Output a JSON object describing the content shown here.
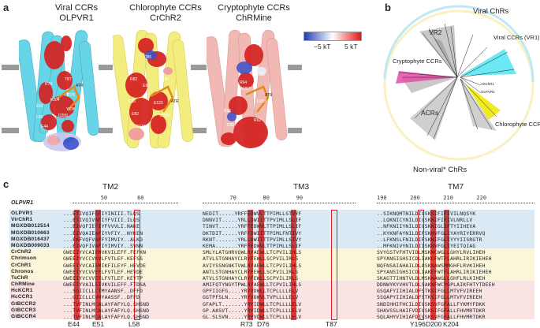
{
  "panels": {
    "a": {
      "label": "a",
      "titles": [
        {
          "line1": "Viral CCRs",
          "line2": "OLPVR1"
        },
        {
          "line1": "Chlorophyte CCRs",
          "line2": "CrChR2"
        },
        {
          "line1": "Cryptophyte CCRs",
          "line2": "ChRMine"
        }
      ],
      "scale": {
        "min_label": "−5 kT",
        "max_label": "5 kT"
      },
      "residues_olpvr1": [
        "T87",
        "R73",
        "K204",
        "ATR",
        "D76",
        "E51",
        "Y196",
        "E44",
        "D200",
        "L58"
      ],
      "residues_crchr2": [
        "D85",
        "R82",
        "E97",
        "E90",
        "E123",
        "ATR",
        "D253",
        "E82",
        "E121",
        "K93"
      ],
      "residues_chrmine": [
        "D126",
        "R64",
        "K257",
        "D253",
        "ATR",
        "E92",
        "D92",
        "R62"
      ]
    },
    "b": {
      "label": "b",
      "viral_chrs": "Viral ChRs",
      "vr2": "VR2",
      "viral_ccrs": "Viral CCRs (VR1)",
      "cryptophyte": "Cryptophyte CCRs",
      "acrs": "ACRs",
      "chlorophyte": "Chlorophyte CCRs",
      "nonviral": "Non-viral* ChRs",
      "small1": "VirChR1",
      "small2": "OLPVR1"
    },
    "c": {
      "label": "c",
      "ref_label": "OLPVR1",
      "tm": [
        "TM2",
        "TM3",
        "TM7"
      ],
      "ruler1": "        50         60",
      "ruler2": "           70        80        90",
      "ruler3": "190       200       210       220",
      "names": [
        "OLPVR1",
        "VirChR1",
        "MGXDB012514",
        "MGXDB010663",
        "MGXDB016437",
        "MGXDB009033",
        "CrChR2",
        "Chrimson",
        "CrChR1",
        "Chronos",
        "TsChR",
        "ChRMine",
        "HcKCR1",
        "HcCCR1",
        "GtBCCR2",
        "GtBCCR3",
        "GtBCCR4"
      ],
      "seq_tm2": [
        "...ETIVQIFEFIYINIII.TLQS",
        "...ETIVQIVAFIYFVIII.ILQS",
        "...EIVQFIEFIYFVVVLI.NAKE",
        "...EIVQAIEAFIYVFIY..NYKEN",
        "...EAFVQFVAFFYIMVIY..ALKD",
        "...EIVQFIVAFIYIMVIY..SVNN",
        "GWEEIYVCAIEMVKVILEFF.FEFKN",
        "GWEEIYVCCVKVLFVTLEF.KEFSS",
        "GWEEIYVCAIEMIKFILEYF.HEVDE",
        "GWEEIYVCVVEFLFVTLEF.HEVDE",
        "GWEEIYVCVVEFLFVTLEF.KEYTP",
        "GWEEIYVAILEIVKVILEFF.FTDSA",
        "...SGIICLLCTMYAANSF..DFFD",
        "...GIICLLCVMYAASSF..DFFD",
        "...TVFINLMCALAYFAFYLQ.SHSND",
        "...TVFINLMCALAYFAFYLQ.SHSND",
        "...TVFINLMCALAYFAFYLQ.SHSND"
      ],
      "seq_tm3": [
        "NEDIT.....YRFFEDWVLTTPIMLLSTVYF",
        "DNNVIT.....YRLLDWIITTPVIMLLSLIF",
        "TINVT......YRFFEDWVLTTPIMLLSLIF",
        "DKTDIT.....YRFFDWIITTPIMLFNTIVY",
        "RKNT.......YRLLDWIITTPVIMLLSIVY",
        "KEMA.......YRFFEDWVLTTPIMLLSLIF",
        "SMLYLATGHRVQWLRYAEWLLTCPVILIHLS",
        "ATVLSTGNHAYCLRYFEWLLSCPVILIRLS",
        "AVIYSSNGNKTVWLRYAEWLLTCPVILIHLS",
        "ANTLSTGNHAYCLRYFEWLLSCPVILIRLS",
        "ATVLSTGNHAYCLRYFEWLLSCPVILIRLS",
        "AMIFQTYNGYTPWLRYAEWLLTCPVILIHLS",
        "GPFIIGFG....YRYVDWLLTCPLLLLELV",
        "GGTPFSLN....YRYVDWVLTVPLLLLELV",
        "GFAPLT.......YRYIDWLLTCPLLLLELV",
        "GP.AASVT.....YRYIDWLLTCPLLLLELV",
        "GL.SLSVN.....YRYVDWLLTCPLLLLELV"
      ],
      "seq_tm7": [
        "..SIKNQMTNILDIVSKSIFIFIVILNQSYK",
        "..LQKNICYNILDIVSKNIFIFIVLNRLLV",
        "..NFKNIIYNILDIVSKNIGLIFTYIIHEVA",
        "..KYKNFAYNILDIFSKNVFGLIYAYRIYERRVQ",
        "..LFKNSLFNILDIFSKNIFGLIYYYIISRGTR",
        "..MFKNIVYNILDIISKNVFGLIYEITQIAG",
        "SVYGSTVFHTVIDLMSKNCWGLLGHYLRVLIHEH",
        "SPYANSIGHSICDLIAKEFWTFLAHRLIRIKIEHEH",
        "NQFNSAIAHAILDLASKNAWSMMGHFLRVKIHEH",
        "SPYANSIGHSICDLIAKEFWTFLAHRLIRIKIEHEH",
        "SKAGTTIHNTVLDLMSKNAWGLLGHFLRLKIHEH",
        "DDNWYKYVHVTLDLSAKNFWCYGPLAIKFHTYTDEEH",
        "GSQAFYIIHIALDFSTKSIFGLLMTVFVIREEH",
        "SSQAPYIIHIALDFSTKSIFGLLMTVFVIREEH",
        "SNDIHHIFHCILDIVSKSVFGFALLFYKMYFDKK",
        "SHAVSSLHAIFVDIVSKSIFGFALLFHVMRTDKR",
        "SQLAHYVIHIAFDIVSKSVFGFALLFHVMRTDKR"
      ],
      "residues": [
        "E44",
        "E51",
        "L58",
        "R73",
        "D76",
        "T87",
        "Y196",
        "D200",
        "K204"
      ]
    }
  },
  "colors": {
    "viral": "#5fd3e6",
    "chlorophyte": "#f3ec78",
    "cryptophyte": "#f1b5b0",
    "highlight": "#e02020",
    "neg": "#1f3fb6",
    "pos": "#e01818"
  }
}
